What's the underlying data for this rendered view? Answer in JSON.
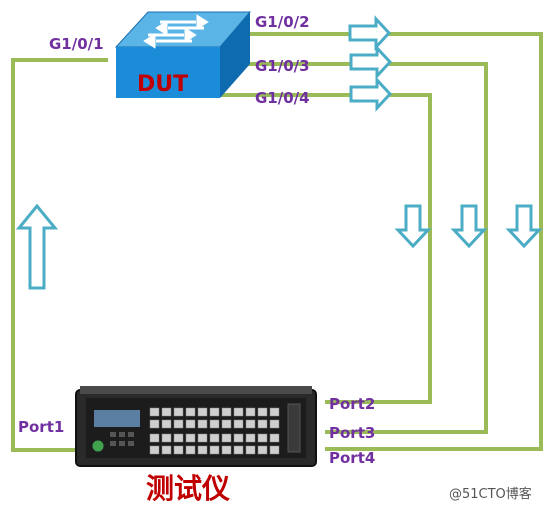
{
  "colors": {
    "link_line": "#9bbb59",
    "arrow_stroke": "#4bacc6",
    "arrow_fill": "#ffffff",
    "port_text": "#7030a0",
    "dut_text": "#c00000",
    "tester_text": "#c00000",
    "switch_top": "#5ab4e6",
    "switch_front": "#1b8cd8",
    "tester_body": "#2a2a2a"
  },
  "dut": {
    "label": "DUT",
    "ports": {
      "g1": "G1/0/1",
      "g2": "G1/0/2",
      "g3": "G1/0/3",
      "g4": "G1/0/4"
    }
  },
  "tester": {
    "label": "测试仪",
    "ports": {
      "p1": "Port1",
      "p2": "Port2",
      "p3": "Port3",
      "p4": "Port4"
    }
  },
  "watermark": "@51CTO博客",
  "icons": {
    "dut": "network-switch-icon",
    "tester": "traffic-tester-device-icon",
    "flow_arrow": "hollow-arrow-icon"
  }
}
